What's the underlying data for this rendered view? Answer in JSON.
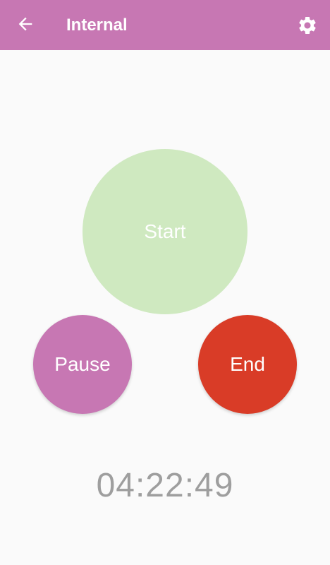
{
  "app_bar": {
    "title": "Internal",
    "back_icon": "arrow-left-icon",
    "settings_icon": "gear-icon",
    "background": "#c777b3"
  },
  "controls": {
    "start_label": "Start",
    "pause_label": "Pause",
    "end_label": "End",
    "start_color": "#cfe9c0",
    "pause_color": "#c777b3",
    "end_color": "#d93c27"
  },
  "timer": {
    "value": "04:22:49",
    "color": "#9e9e9e"
  }
}
